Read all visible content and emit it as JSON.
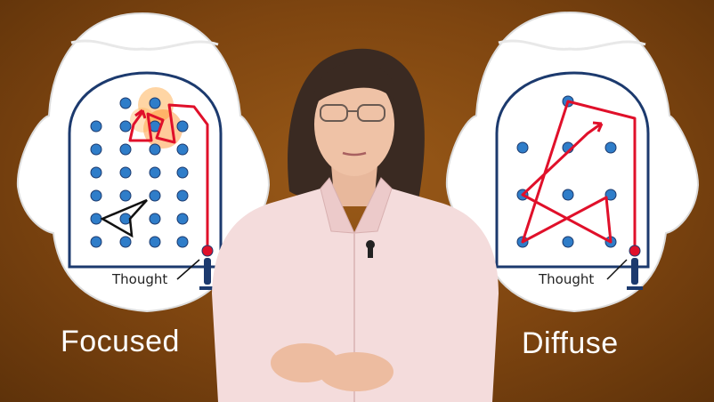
{
  "labels": {
    "focused": "Focused",
    "diffuse": "Diffuse",
    "thought_left": "Thought",
    "thought_right": "Thought"
  },
  "colors": {
    "background": "#7e4510",
    "head": "#ffffff",
    "outline": "#1c3a6e",
    "dot": "#2f7dc9",
    "path": "#e0102a",
    "glow": "#ff8a1e"
  }
}
